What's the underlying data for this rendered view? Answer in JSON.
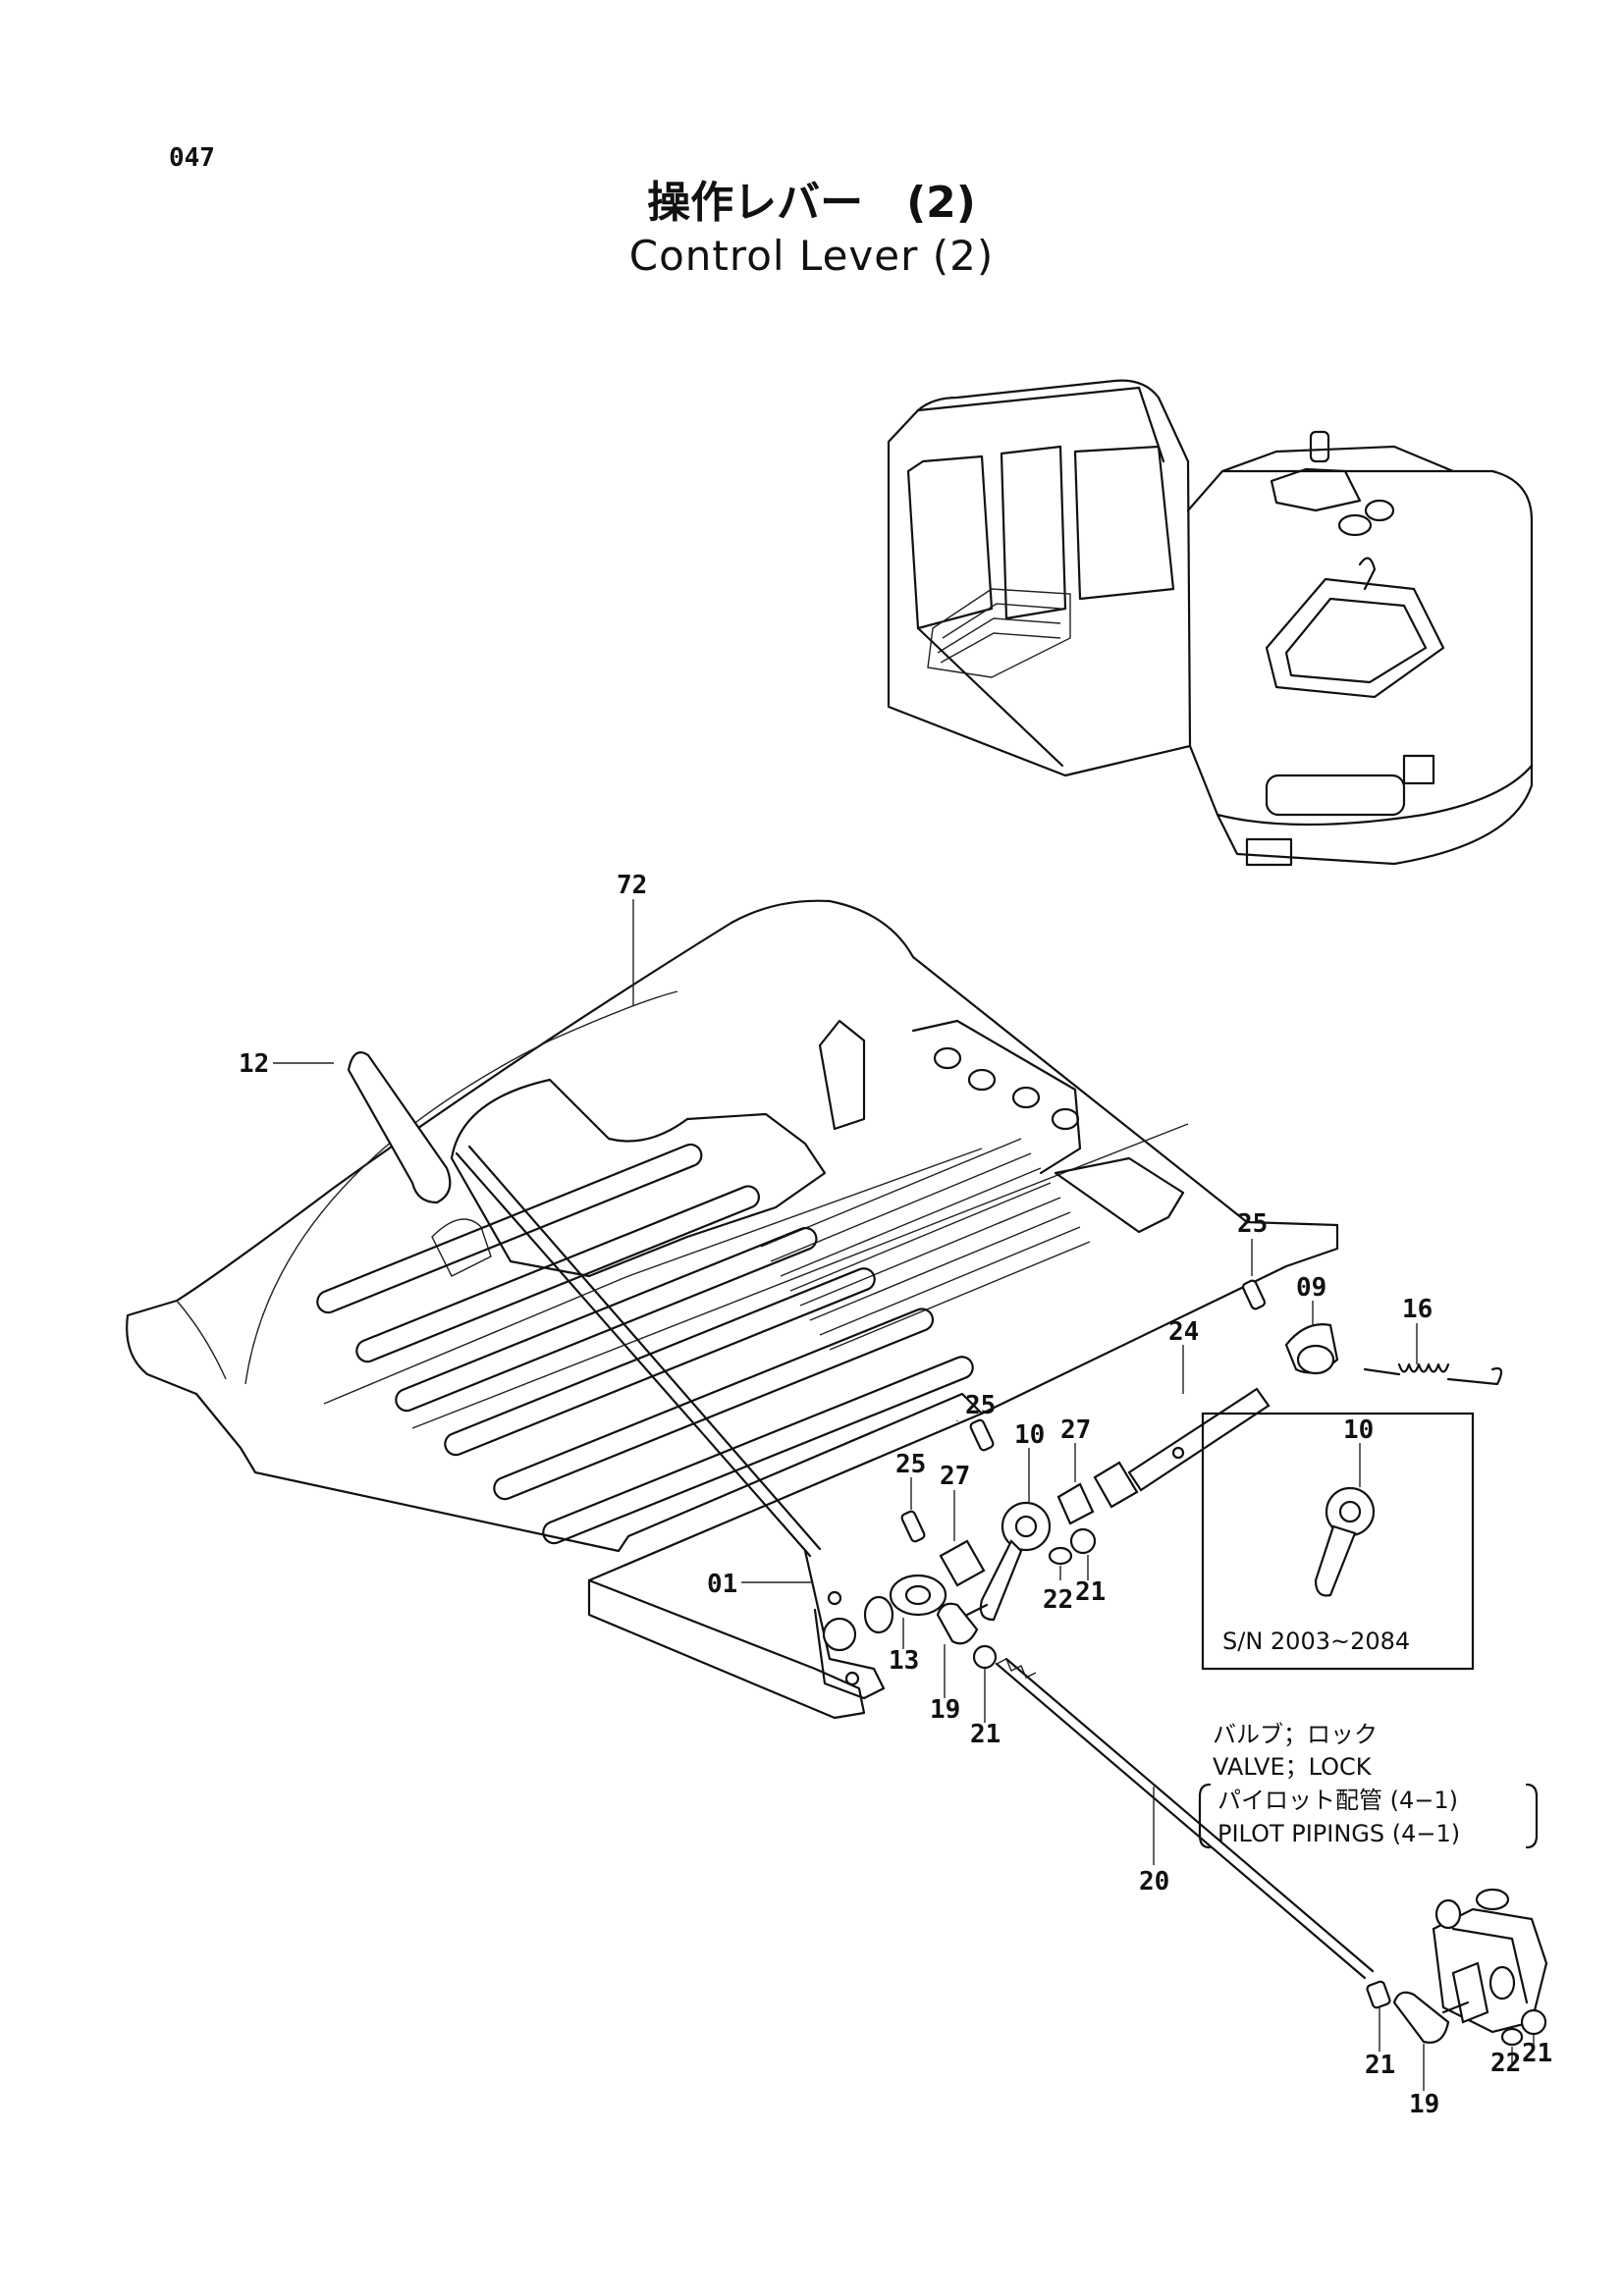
{
  "page_number": "047",
  "title_ja": "操作レバー　(2)",
  "title_en": "Control Lever (2)",
  "callouts": {
    "c01": "01",
    "c09": "09",
    "c10a": "10",
    "c10b": "10",
    "c12": "12",
    "c13": "13",
    "c16": "16",
    "c19a": "19",
    "c19b": "19",
    "c20": "20",
    "c21a": "21",
    "c21b": "21",
    "c21c": "21",
    "c21d": "21",
    "c22a": "22",
    "c22b": "22",
    "c24": "24",
    "c25a": "25",
    "c25b": "25",
    "c25c": "25",
    "c27a": "27",
    "c27b": "27",
    "c72": "72"
  },
  "inset": {
    "serial_range": "S/N 2003~2084"
  },
  "reference_note": {
    "line1_ja": "バルブ；ロック",
    "line2_en": "VALVE；LOCK",
    "line3_ja": "パイロット配管 (4−1)",
    "line4_en": "PILOT  PIPINGS (4−1)"
  }
}
